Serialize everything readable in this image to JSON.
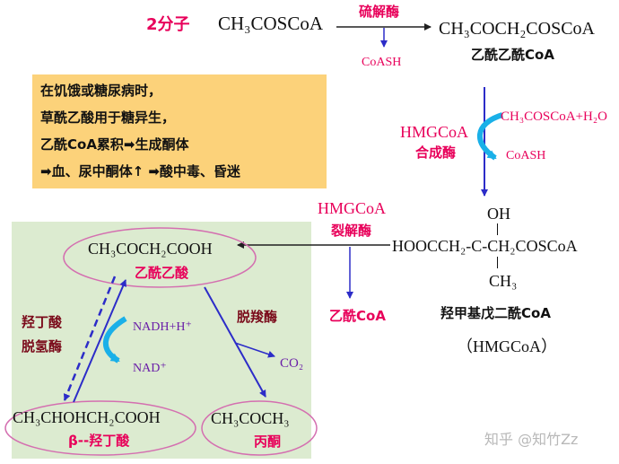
{
  "header": {
    "label": "2分子",
    "acetylcoa": "CH₃COSCoA",
    "enzyme1": "硫解酶",
    "coash1": "CoASH",
    "acetoacetylcoa": "CH₃COCH₂COSCoA",
    "acetoacetylcoa_name": "乙酰乙酰CoA"
  },
  "note": {
    "lines": [
      "在饥饿或糖尿病时，",
      "草酰乙酸用于糖异生，",
      "乙酰CoA累积➡生成酮体",
      "➡血、尿中酮体↑ ➡酸中毒、昏迷"
    ]
  },
  "synthase": {
    "enzyme": "HMGCoA",
    "enzyme2": "合成酶",
    "substrate": "CH₃COSCoA+H₂O",
    "coash": "CoASH"
  },
  "hmgcoa": {
    "oh": "OH",
    "formula": "HOOCCH₂-C-CH₂COSCoA",
    "ch3": "CH₃",
    "name": "羟甲基戊二酰CoA",
    "abbr": "（HMGCoA）"
  },
  "lyase": {
    "enzyme": "HMGCoA",
    "enzyme2": "裂解酶",
    "product": "乙酰CoA"
  },
  "ketone": {
    "acetoacetate": "CH₃COCH₂COOH",
    "acetoacetate_name": "乙酰乙酸",
    "hydroxybutyrate": "CH₃CHOHCH₂COOH",
    "hydroxybutyrate_name": "β--羟丁酸",
    "acetone": "CH₃COCH₃",
    "acetone_name": "丙酮",
    "dehydrogenase": "羟丁酸",
    "dehydrogenase2": "脱氢酶",
    "nadh": "NADH+H⁺",
    "nad": "NAD⁺",
    "decarboxylase": "脱羧酶",
    "co2": "CO₂"
  },
  "watermark": "知乎 @知竹Zz",
  "colors": {
    "red": "#e8005a",
    "blue": "#2c2cc8",
    "cyan": "#1ab0e8",
    "note_bg": "#fcd27a",
    "panel_bg": "#dcebd0",
    "ellipse": "#d46fb0"
  }
}
